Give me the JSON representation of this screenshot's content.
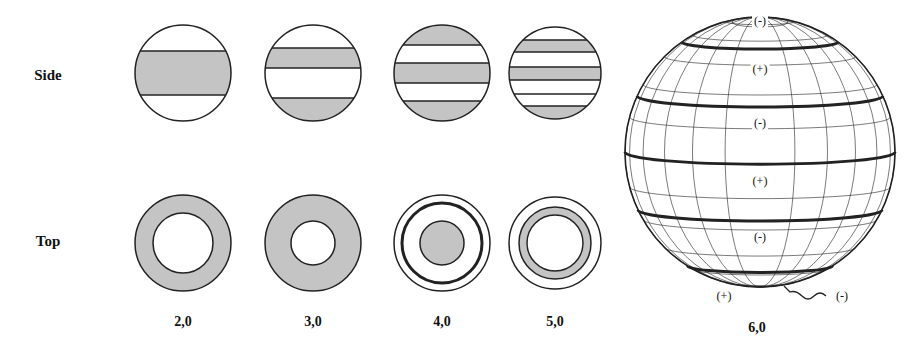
{
  "diagram": {
    "labels": [
      "Side",
      "Top",
      "2,0",
      "3,0",
      "4,0",
      "5,0",
      "6,0",
      "(-)",
      "(+)",
      "(-)",
      "(+)",
      "(-)",
      "(+)",
      "(-)"
    ]
  }
}
